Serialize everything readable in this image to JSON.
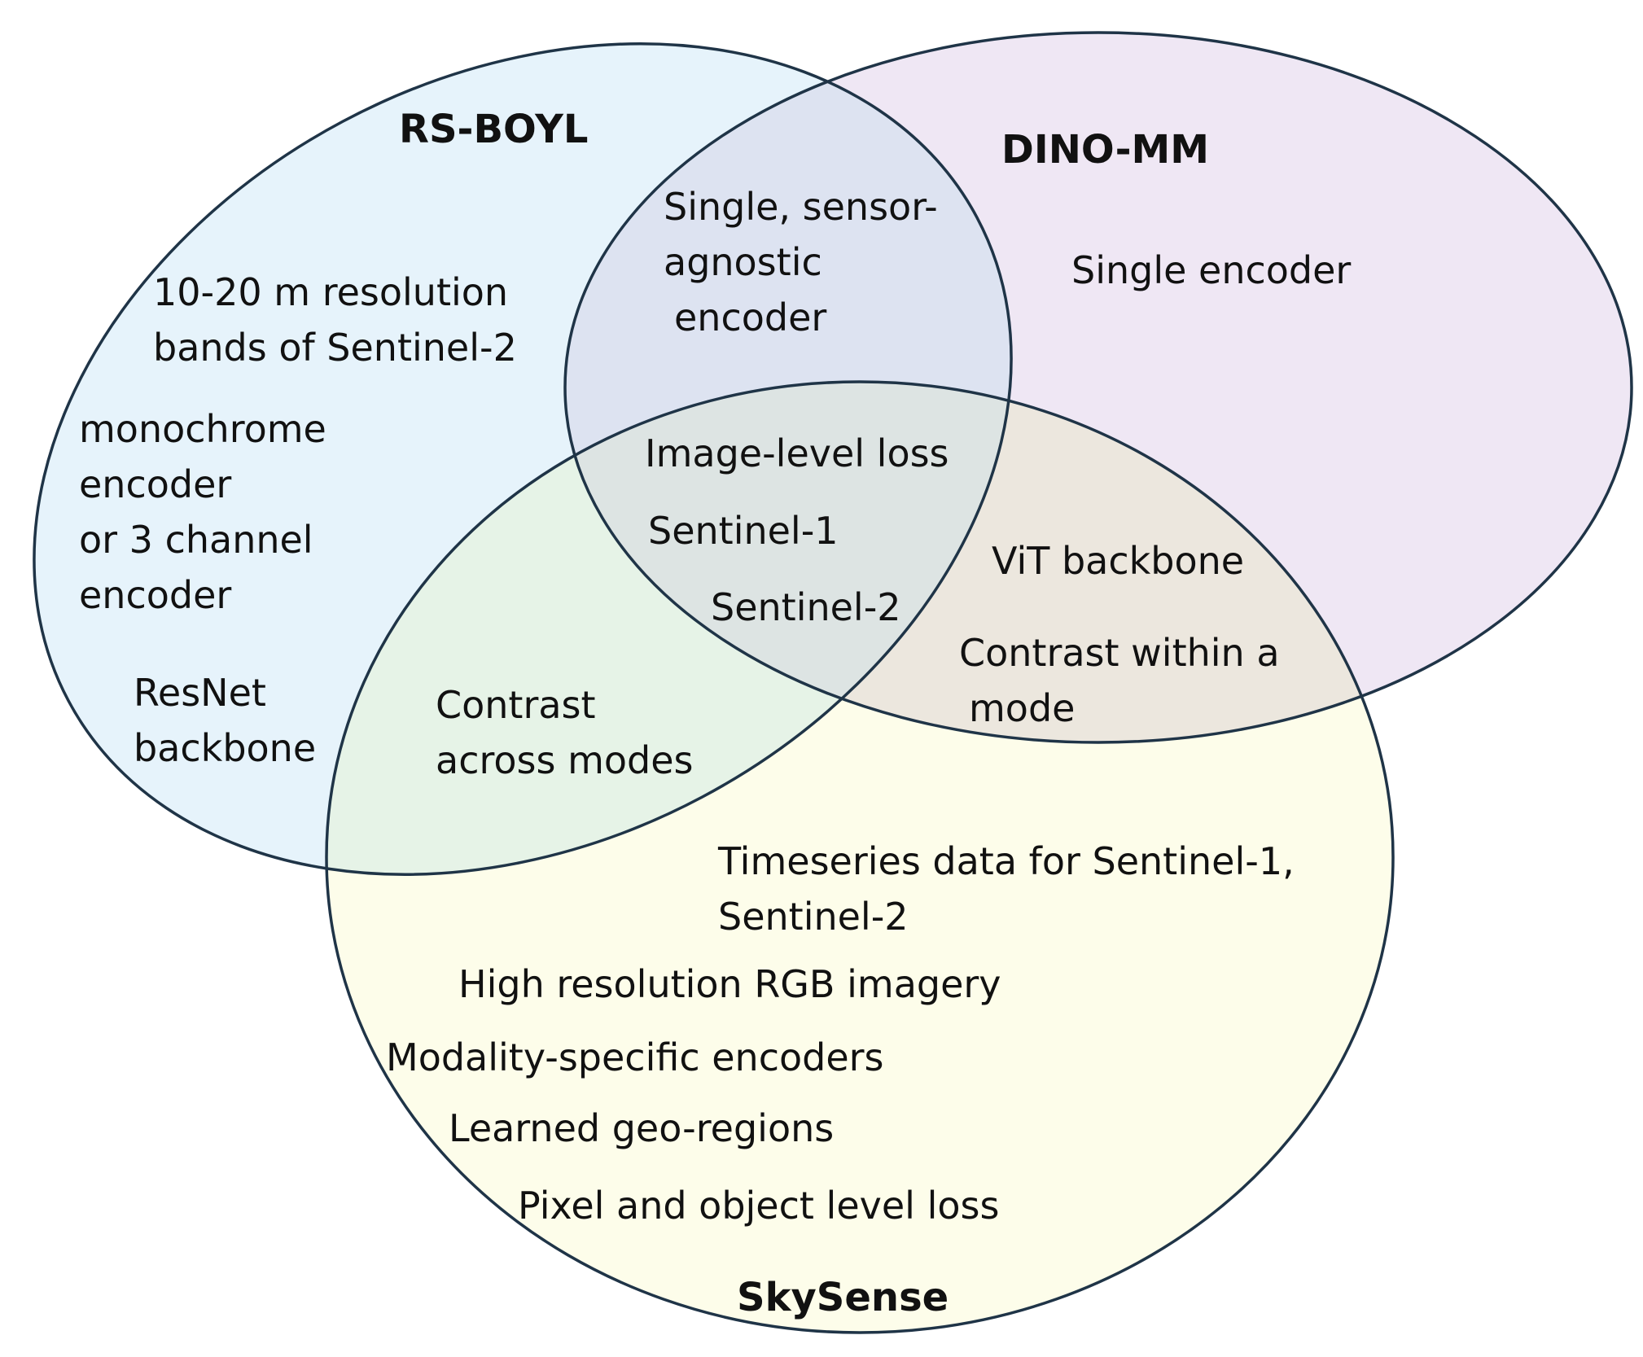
{
  "sets": [
    {
      "id": "rsboyl",
      "title": "RS-BOYL",
      "fill": "#e6f3fb"
    },
    {
      "id": "dinomm",
      "title": "DINO-MM",
      "fill": "#efe7f4"
    },
    {
      "id": "skysense",
      "title": "SkySense",
      "fill": "#fdfdea"
    }
  ],
  "overlap_colors": {
    "rsboyl_dinomm": "#dde3f1",
    "rsboyl_skysense": "#e6f3e7",
    "dinomm_skysense": "#ece7de",
    "all_three": "#dde4e3"
  },
  "outline_color": "#1f3447",
  "regions": {
    "rsboyl_only": {
      "resolution": [
        "10-20 m resolution",
        "bands of Sentinel-2"
      ],
      "encoder": [
        "monochrome",
        "encoder",
        "or 3 channel",
        "encoder"
      ],
      "backbone": [
        "ResNet",
        "backbone"
      ]
    },
    "dinomm_only": {
      "encoder": [
        "Single encoder"
      ]
    },
    "skysense_only": {
      "timeseries": [
        "Timeseries data for Sentinel-1,",
        "Sentinel-2"
      ],
      "rgb": [
        "High resolution RGB imagery"
      ],
      "encoders": [
        "Modality-specific encoders"
      ],
      "regions": [
        "Learned geo-regions"
      ],
      "loss": [
        "Pixel and object level loss"
      ]
    },
    "rsboyl_dinomm": {
      "encoder": [
        "Single, sensor-",
        "agnostic",
        "encoder"
      ]
    },
    "rsboyl_skysense": {
      "contrast": [
        "Contrast",
        "across modes"
      ]
    },
    "dinomm_skysense": {
      "backbone": [
        "ViT backbone"
      ],
      "contrast": [
        "Contrast within a",
        "mode"
      ]
    },
    "all_three": {
      "loss": [
        "Image-level loss"
      ],
      "s1": [
        "Sentinel-1"
      ],
      "s2": [
        "Sentinel-2"
      ]
    }
  }
}
